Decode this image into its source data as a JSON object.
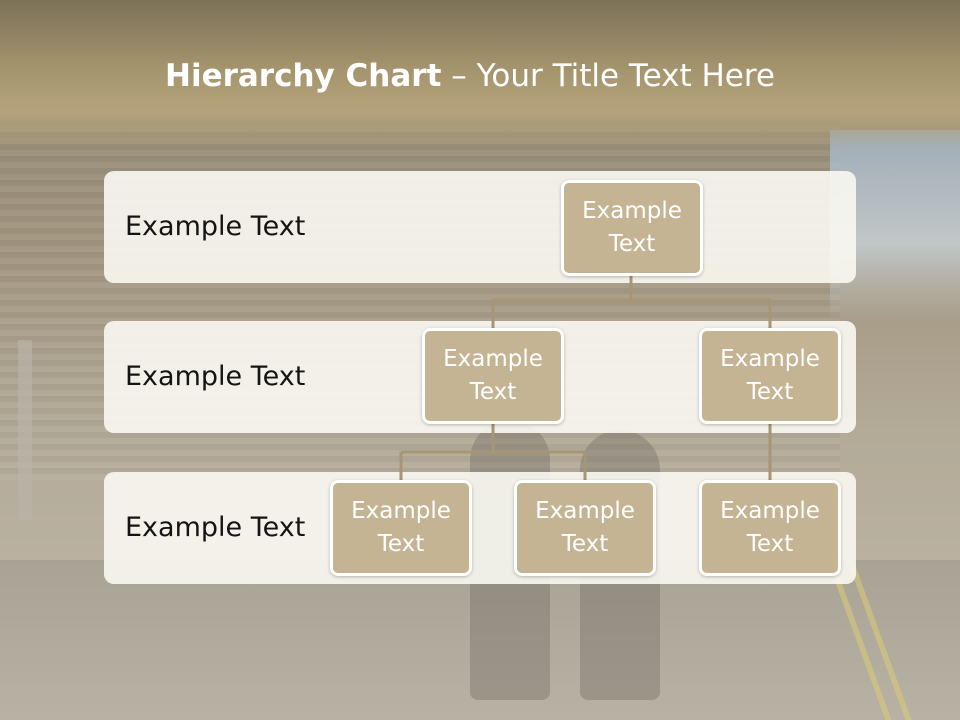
{
  "slide": {
    "title_bold": "Hierarchy Chart",
    "title_rest": " – Your Title Text Here"
  },
  "rows": [
    {
      "label": "Example Text"
    },
    {
      "label": "Example Text"
    },
    {
      "label": "Example Text"
    }
  ],
  "nodes": {
    "root": "Example\nText",
    "level2_left": "Example\nText",
    "level2_right": "Example\nText",
    "level3_a": "Example\nText",
    "level3_b": "Example\nText",
    "level3_c": "Example\nText"
  },
  "colors": {
    "node_fill": "#c4b493",
    "connector": "#a69674",
    "header": "#a4946d"
  }
}
